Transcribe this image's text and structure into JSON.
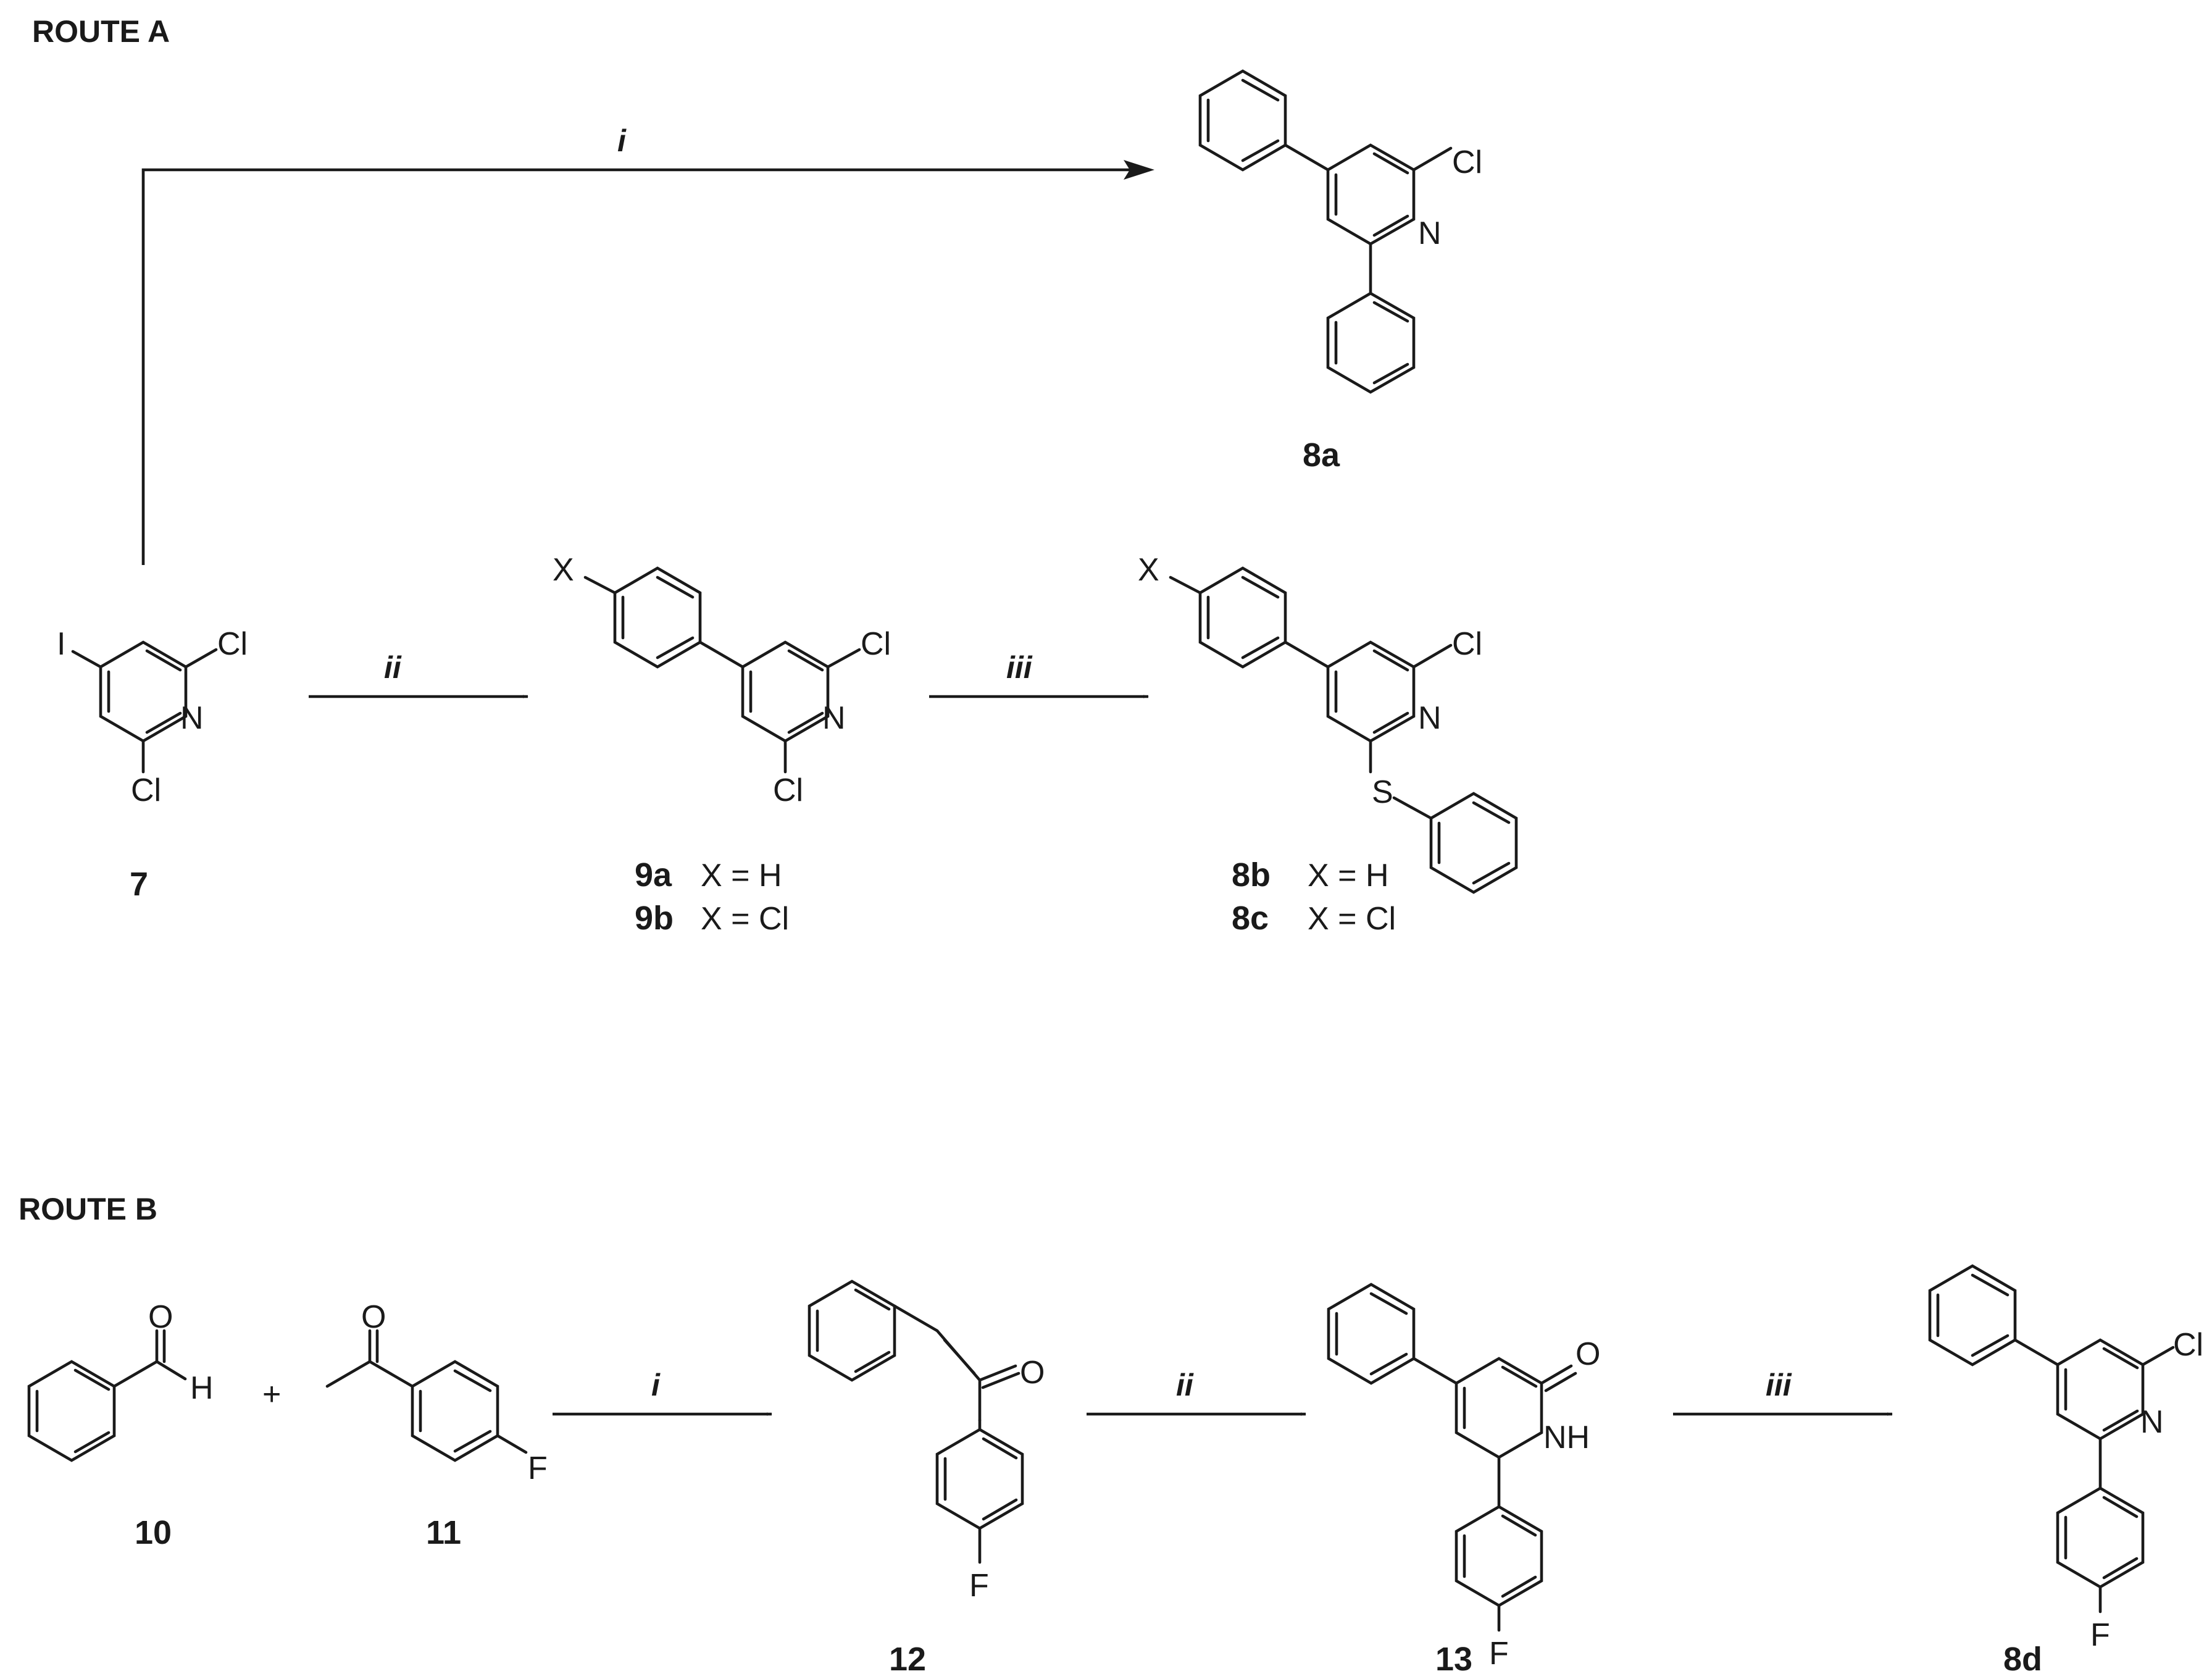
{
  "route_a": {
    "title": "ROUTE A",
    "steps": {
      "i": "i",
      "ii": "ii",
      "iii": "iii"
    },
    "compounds": {
      "c7": {
        "label": "7",
        "atoms": {
          "I": "I",
          "Cl_top": "Cl",
          "N": "N",
          "Cl_bottom": "Cl"
        }
      },
      "c8a": {
        "label": "8a",
        "atoms": {
          "Cl": "Cl",
          "N": "N"
        }
      },
      "c9": {
        "atoms": {
          "X": "X",
          "Cl_top": "Cl",
          "N": "N",
          "Cl_bottom": "Cl"
        },
        "variants": [
          {
            "label": "9a",
            "x_def": "X = H"
          },
          {
            "label": "9b",
            "x_def": "X = Cl"
          }
        ]
      },
      "c8bc": {
        "atoms": {
          "X": "X",
          "Cl": "Cl",
          "N": "N",
          "S": "S"
        },
        "variants": [
          {
            "label": "8b",
            "x_def": "X = H"
          },
          {
            "label": "8c",
            "x_def": "X = Cl"
          }
        ]
      }
    }
  },
  "route_b": {
    "title": "ROUTE B",
    "plus": "+",
    "steps": {
      "i": "i",
      "ii": "ii",
      "iii": "iii"
    },
    "compounds": {
      "c10": {
        "label": "10",
        "atoms": {
          "O": "O",
          "H": "H"
        }
      },
      "c11": {
        "label": "11",
        "atoms": {
          "O": "O",
          "F": "F"
        }
      },
      "c12": {
        "label": "12",
        "atoms": {
          "O": "O",
          "F": "F"
        }
      },
      "c13": {
        "label": "13",
        "atoms": {
          "O": "O",
          "NH": "NH",
          "F": "F"
        }
      },
      "c8d": {
        "label": "8d",
        "atoms": {
          "Cl": "Cl",
          "N": "N",
          "F": "F"
        }
      }
    }
  }
}
